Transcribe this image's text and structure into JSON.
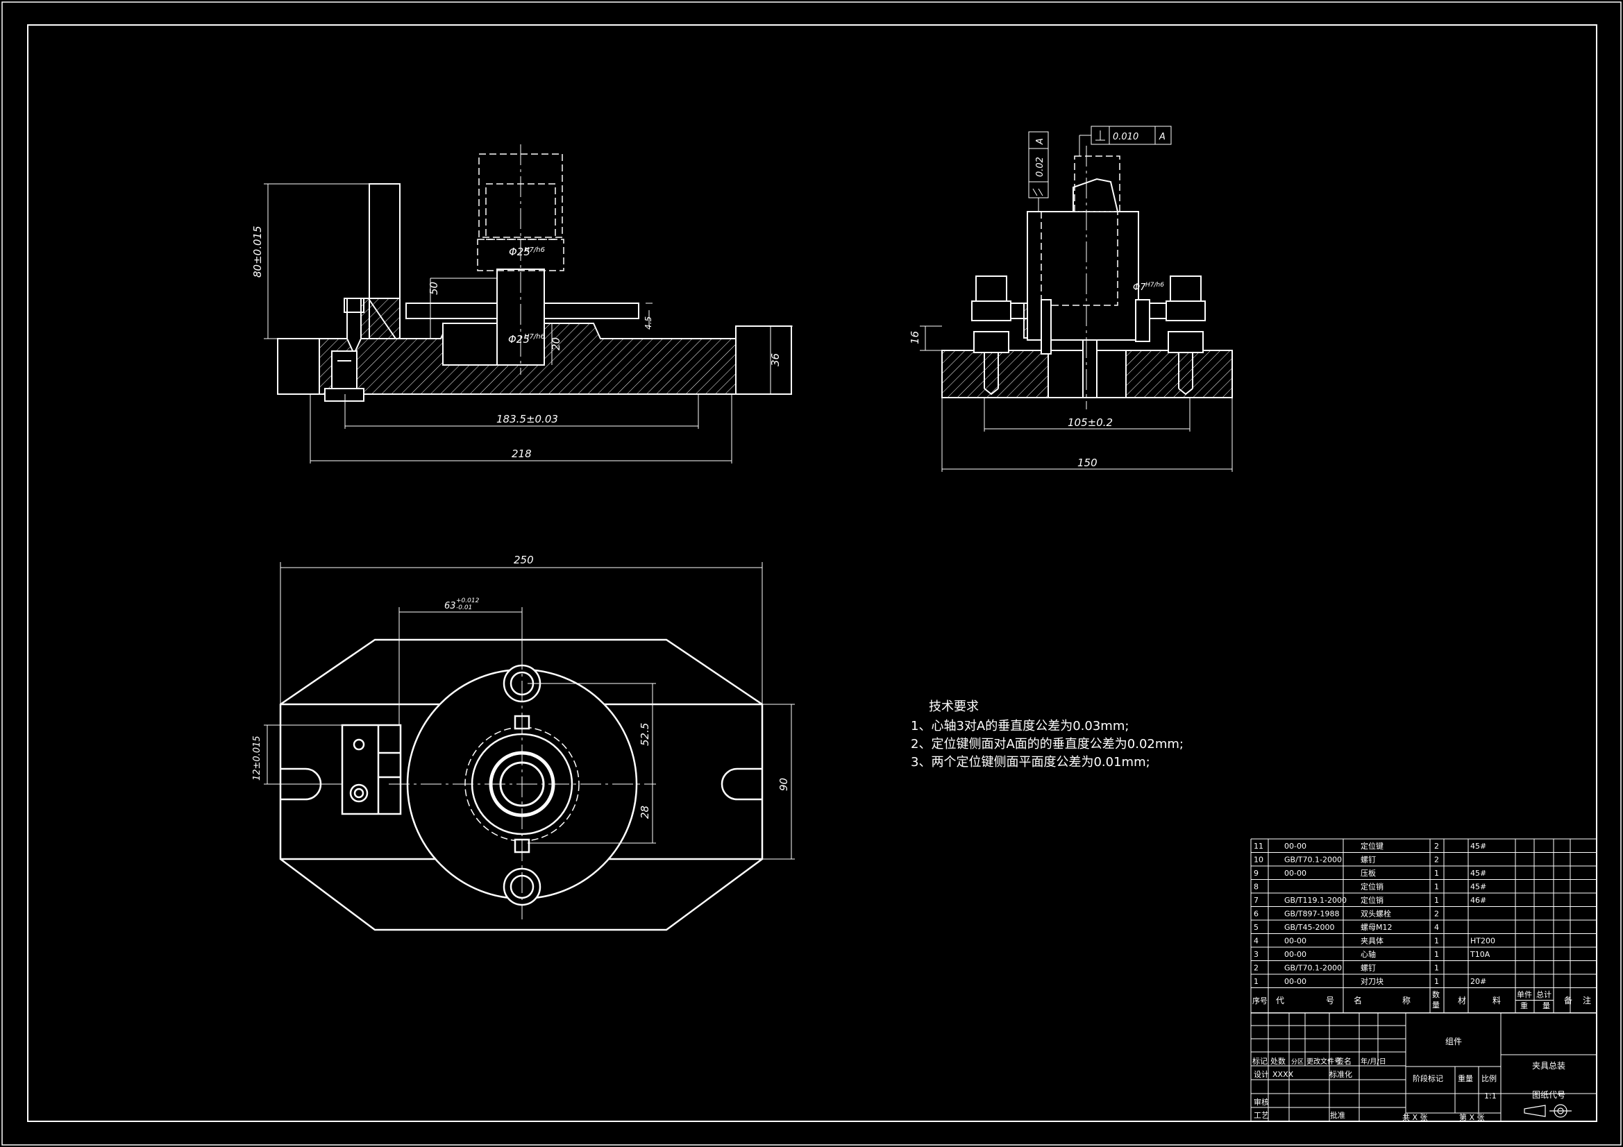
{
  "dims": {
    "height_80": "80±0.015",
    "dia25_top": "Φ25",
    "fit_top": "H7/h6",
    "dim50": "50",
    "dia25_mid": "Φ25",
    "fit_mid": "H7/h6",
    "dim20": "20",
    "dim45": "4.5",
    "dim36": "36",
    "dim183": "183.5±0.03",
    "dim218": "218",
    "dim16": "16",
    "dia7": "Φ7",
    "fit_d7": "H7/h6",
    "dim105": "105±0.2",
    "dim150": "150",
    "tol_par": "0.02",
    "datum_a1": "A",
    "tol_perp": "0.010",
    "datum_a2": "A",
    "dim250": "250",
    "dim63": "63",
    "tol63_up": "+0.012",
    "tol63_lo": "-0.01",
    "dim525": "52.5",
    "dim28": "28",
    "dim90": "90",
    "dim12": "12±0.015"
  },
  "tech": {
    "title": "技术要求",
    "line1": "1、心轴3对A的垂直度公差为0.03mm;",
    "line2": "2、定位键侧面对A面的的垂直度公差为0.02mm;",
    "line3": "3、两个定位键侧面平面度公差为0.01mm;"
  },
  "bom": [
    {
      "no": "11",
      "code": "00-00",
      "name": "定位键",
      "qty": "2",
      "mat": "45#"
    },
    {
      "no": "10",
      "code": "GB/T70.1-2000",
      "name": "螺钉",
      "qty": "2",
      "mat": ""
    },
    {
      "no": "9",
      "code": "00-00",
      "name": "压板",
      "qty": "1",
      "mat": "45#"
    },
    {
      "no": "8",
      "code": "",
      "name": "定位销",
      "qty": "1",
      "mat": "45#"
    },
    {
      "no": "7",
      "code": "GB/T119.1-2000",
      "name": "定位销",
      "qty": "1",
      "mat": "46#"
    },
    {
      "no": "6",
      "code": "GB/T897-1988",
      "name": "双头螺栓",
      "qty": "2",
      "mat": ""
    },
    {
      "no": "5",
      "code": "GB/T45-2000",
      "name": "螺母M12",
      "qty": "4",
      "mat": ""
    },
    {
      "no": "4",
      "code": "00-00",
      "name": "夹具体",
      "qty": "1",
      "mat": "HT200"
    },
    {
      "no": "3",
      "code": "00-00",
      "name": "心轴",
      "qty": "1",
      "mat": "T10A"
    },
    {
      "no": "2",
      "code": "GB/T70.1-2000",
      "name": "螺钉",
      "qty": "1",
      "mat": ""
    },
    {
      "no": "1",
      "code": "00-00",
      "name": "对刀块",
      "qty": "1",
      "mat": "20#"
    }
  ],
  "bom_header": {
    "no": "序号",
    "code1": "代",
    "code2": "号",
    "name1": "名",
    "name2": "称",
    "qty1": "数",
    "qty2": "量",
    "mat1": "材",
    "mat2": "料",
    "unit1": "单件",
    "total1": "总计",
    "weight1": "重",
    "weight2": "量",
    "remark1": "备",
    "remark2": "注"
  },
  "title_block": {
    "part_label": "组件",
    "drawing_name": "夹具总装",
    "drawing_code_label": "图纸代号",
    "mark": "标记",
    "count": "处数",
    "zone": "分区",
    "change_doc": "更改文件号",
    "sign": "签名",
    "date": "年/月/日",
    "design": "设计",
    "design_name": "XXXX",
    "standardize": "标准化",
    "stage_mark": "阶段标记",
    "weight": "重量",
    "scale": "比例",
    "scale_val": "1:1",
    "review": "审核",
    "process": "工艺",
    "approve": "批准",
    "total_sheets": "共 X 张",
    "sheet_no": "第 X 张"
  }
}
